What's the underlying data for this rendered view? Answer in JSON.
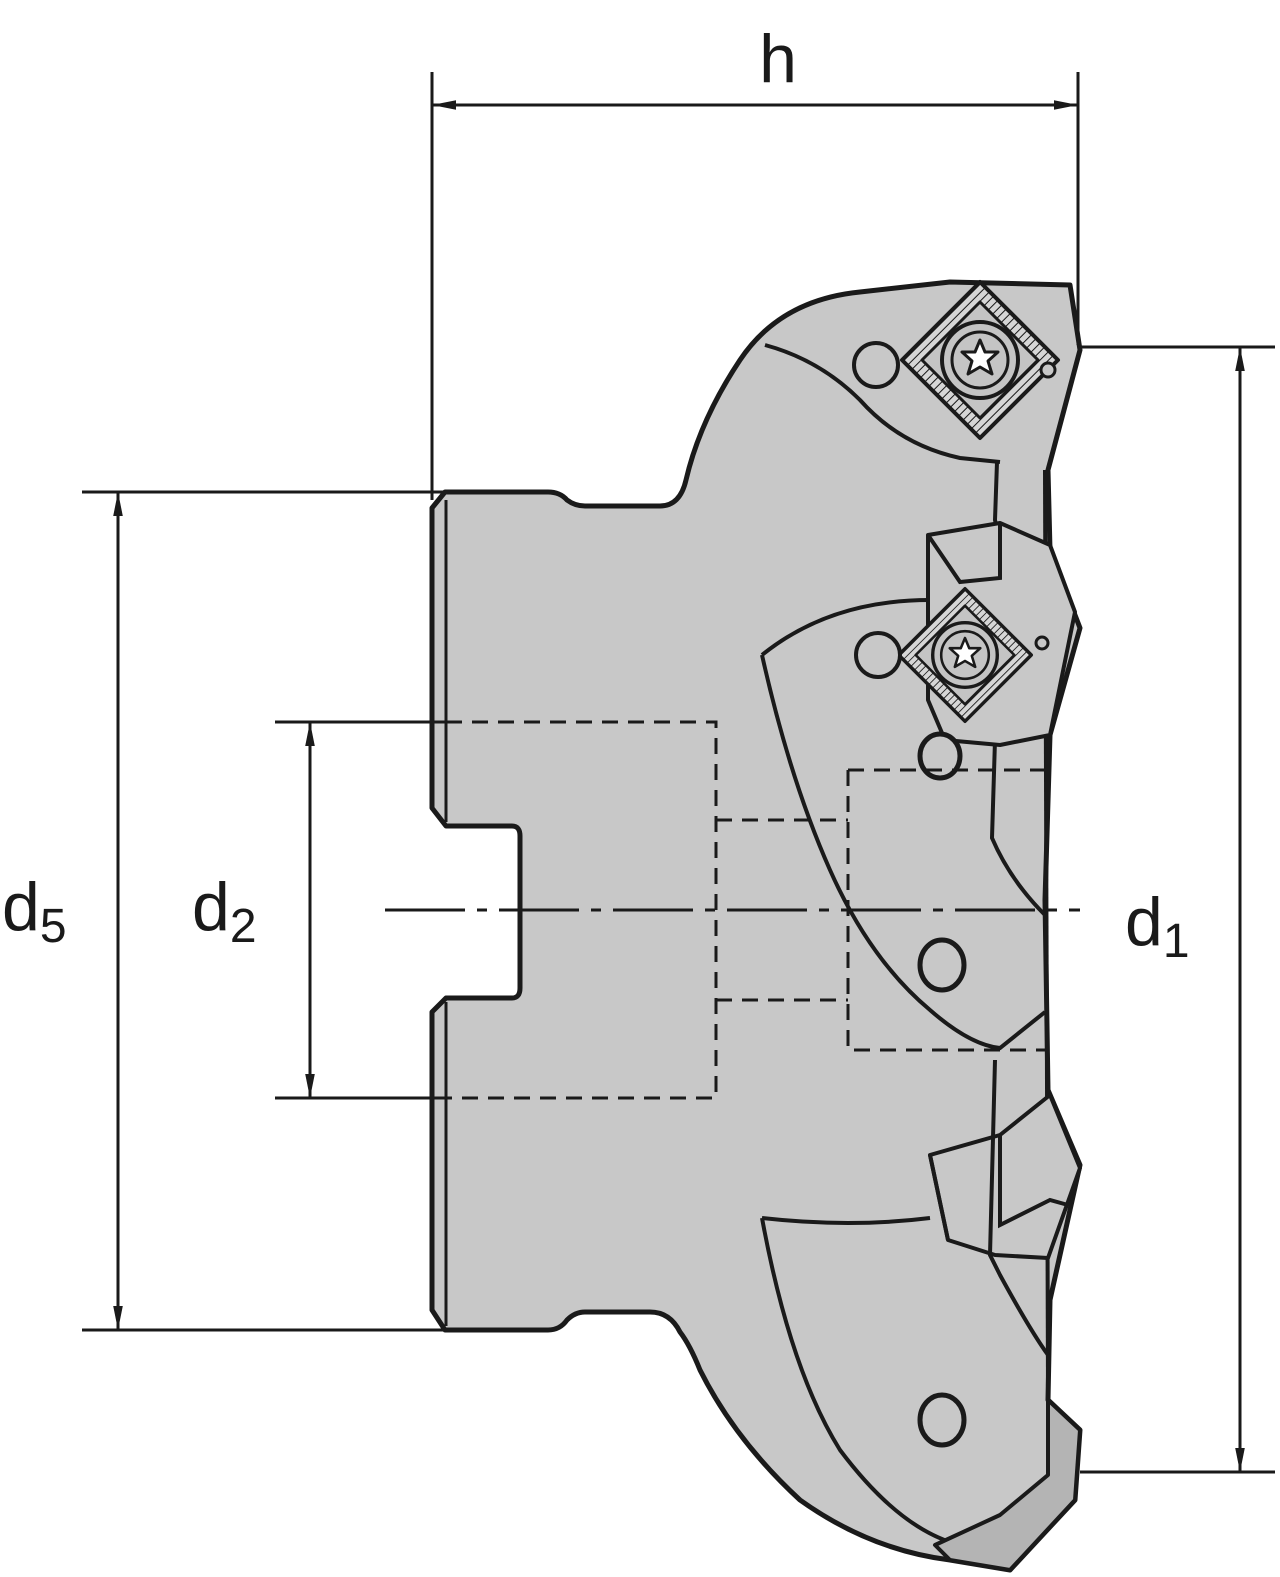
{
  "dimensions": {
    "h": {
      "label": "h"
    },
    "d1": {
      "label": "d",
      "subscript": "1"
    },
    "d2": {
      "label": "d",
      "subscript": "2"
    },
    "d5": {
      "label": "d",
      "subscript": "5"
    }
  },
  "colors": {
    "body_fill": "#c8c8c8",
    "outline": "#1a1a1a",
    "insert_fill": "#b4b4b4",
    "background": "#ffffff"
  },
  "icons": {
    "insert": "indexable-insert-icon",
    "screw": "torx-screw-icon",
    "hole": "coolant-hole-icon"
  }
}
